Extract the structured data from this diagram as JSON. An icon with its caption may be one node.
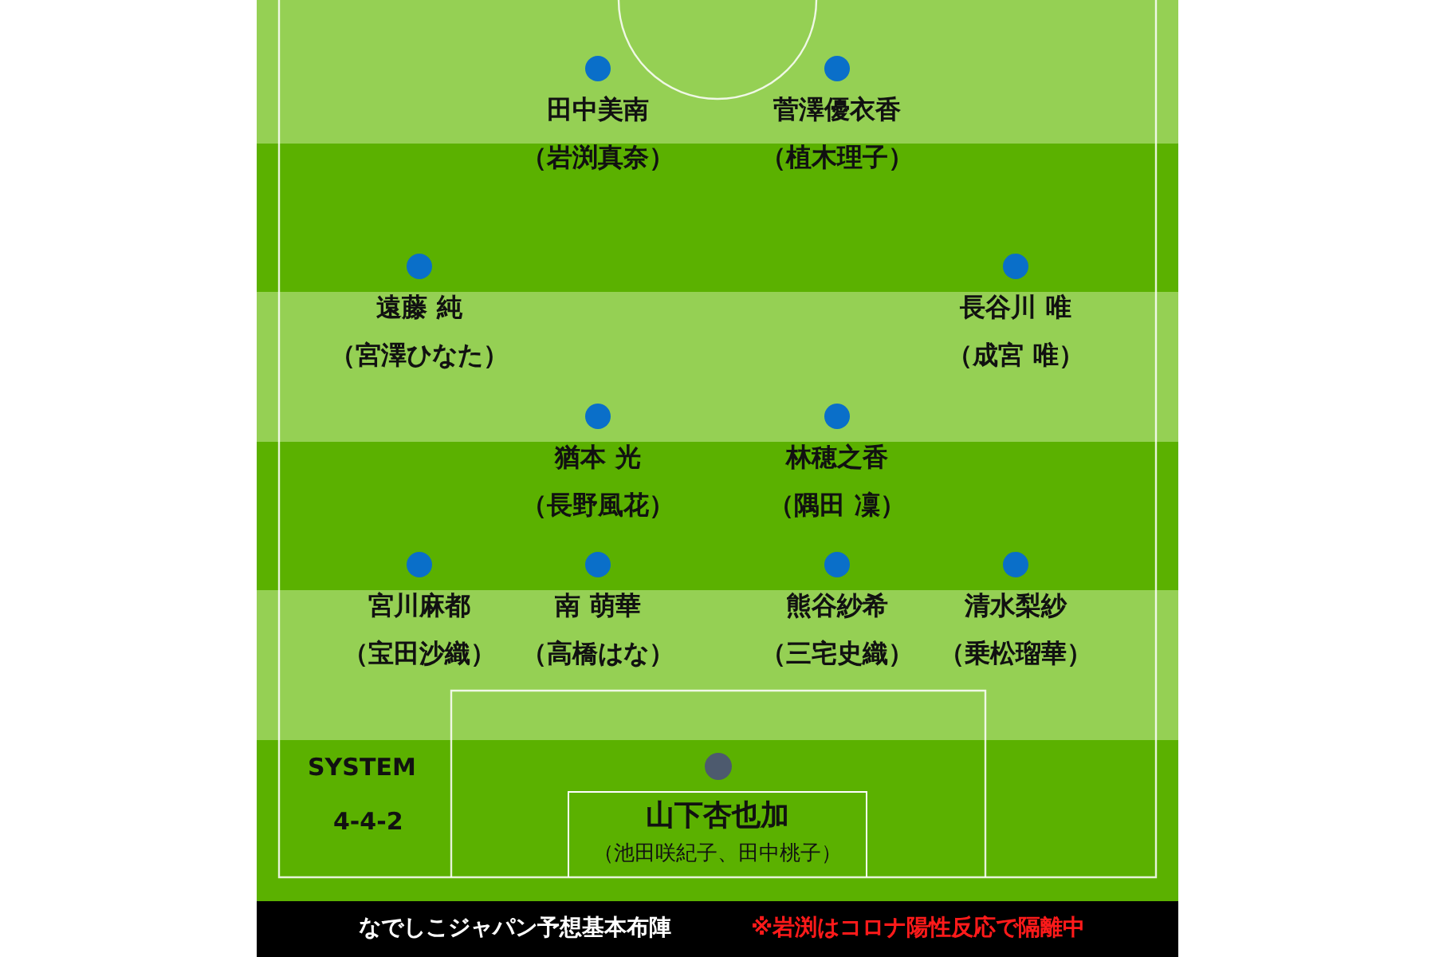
{
  "diagram": {
    "nodes": [
      {
        "text": [
          "田中美南",
          "（岩渕真奈）"
        ]
      },
      {
        "text": [
          "菅澤優衣香",
          "（植木理子）"
        ]
      },
      {
        "text": [
          "遠藤 純",
          "（宮澤ひなた）"
        ]
      },
      {
        "text": [
          "長谷川 唯",
          "（成宮 唯）"
        ]
      },
      {
        "text": [
          "猶本 光",
          "（長野風花）"
        ]
      },
      {
        "text": [
          "林穂之香",
          "（隅田 凜）"
        ]
      },
      {
        "text": [
          "宮川麻都",
          "（宝田沙織）"
        ]
      },
      {
        "text": [
          "南 萌華",
          "（高橋はな）"
        ]
      },
      {
        "text": [
          "熊谷紗希",
          "（三宅史織）"
        ]
      },
      {
        "text": [
          "清水梨紗",
          "（乗松瑠華）"
        ]
      },
      {
        "text": [
          "山下杏也加",
          "（池田咲紀子、田中桃子）"
        ]
      }
    ],
    "labels": [
      "SYSTEM",
      "4-4-2",
      "なでしこジャパン予想基本布陣",
      "※岩渕はコロナ陽性反応で隔離中"
    ]
  }
}
